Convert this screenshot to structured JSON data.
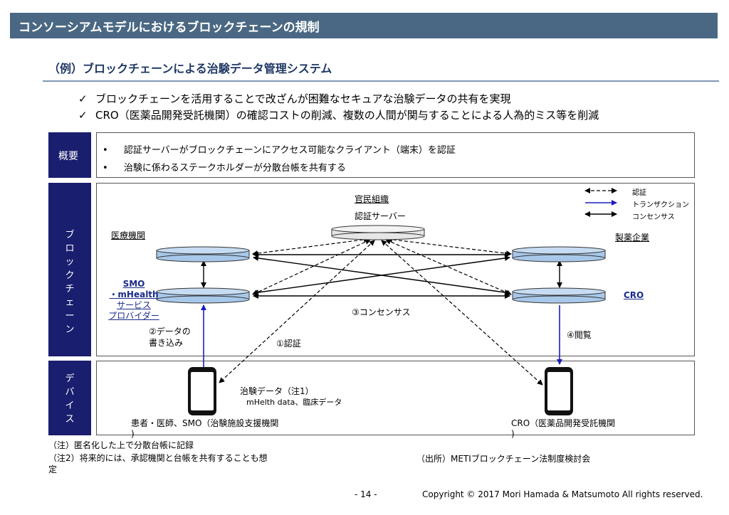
{
  "header": {
    "title": "コンソーシアムモデルにおけるブロックチェーンの規制"
  },
  "subtitle": "（例）ブロックチェーンによる治験データ管理システム",
  "bullets": [
    "ブロックチェーンを活用することで改ざんが困難なセキュアな治験データの共有を実現",
    "CRO（医薬品開発受託機関）の確認コストの削減、複数の人間が関与することによる人為的ミス等を削減"
  ],
  "check_glyph": "✓",
  "overview": {
    "label": "概要",
    "bullet_glyph": "•",
    "items": [
      "認証サーバーがブロックチェーンにアクセス可能なクライアント（端末）を認証",
      "治験に係わるステークホルダーが分散台帳を共有する"
    ]
  },
  "blockchain_label_chars": [
    "ブ",
    "ロ",
    "ッ",
    "ク",
    "チ",
    "ェ",
    "ー",
    "ン"
  ],
  "device_label_chars": [
    "デ",
    "バ",
    "イ",
    "ス"
  ],
  "diagram": {
    "gov_org": "官民組織",
    "auth_server": "認証サーバー",
    "medical_institution": "医療機関",
    "pharma_company": "製薬企業",
    "smo_lines": [
      "SMO",
      "・mHealth",
      "サービス",
      "プロバイダー"
    ],
    "cro": "CRO",
    "write_data_lines": [
      "②データの",
      "書き込み"
    ],
    "auth_step": "①認証",
    "consensus_step": "③コンセンサス",
    "view_step": "④閲覧",
    "trial_data": "治験データ（注1）",
    "trial_data_sub": "mHelth data、臨床データ",
    "patient_label_lines": [
      "患者・医師、SMO（治験施設支援機関",
      ")"
    ],
    "cro_device_label_lines": [
      "CRO（医薬品開発受託機関",
      ")"
    ]
  },
  "legend": {
    "auth": "認証",
    "transaction": "トランザクション",
    "consensus": "コンセンサス"
  },
  "colors": {
    "title_bar": "#4a6883",
    "side_box": "#1a1e6e",
    "node_fill": "#a8c8ea",
    "server_fill": "#e6e6e6",
    "transaction_arrow": "#1c1cc0"
  },
  "notes": {
    "note1": "（注）匿名化した上で分散台帳に記録",
    "note2_lines": [
      "（注2）将来的には、承認機関と台帳を共有することも想",
      "定"
    ],
    "source": "（出所）METIブロックチェーン法制度検討会"
  },
  "footer": {
    "page": "- 14 -",
    "copyright": "Copyright © 2017 Mori Hamada & Matsumoto  All rights reserved."
  }
}
